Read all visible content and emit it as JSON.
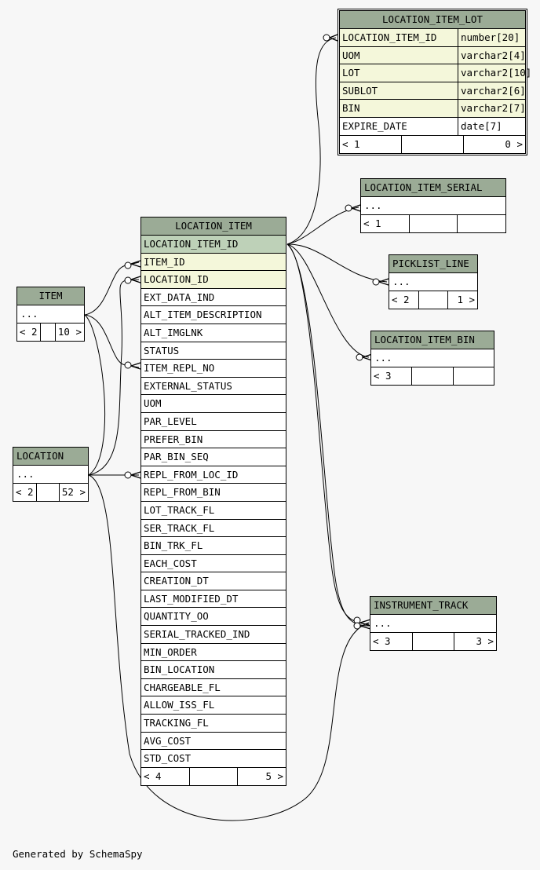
{
  "tables": {
    "location_item_lot": {
      "name": "LOCATION_ITEM_LOT",
      "columns": [
        {
          "name": "LOCATION_ITEM_ID",
          "type": "number[20]",
          "kind": "fk"
        },
        {
          "name": "UOM",
          "type": "varchar2[4]",
          "kind": "fk"
        },
        {
          "name": "LOT",
          "type": "varchar2[10]",
          "kind": "fk"
        },
        {
          "name": "SUBLOT",
          "type": "varchar2[6]",
          "kind": "fk"
        },
        {
          "name": "BIN",
          "type": "varchar2[7]",
          "kind": "fk"
        },
        {
          "name": "EXPIRE_DATE",
          "type": "date[7]",
          "kind": "plain"
        }
      ],
      "footer": [
        "< 1",
        "",
        "0 >"
      ]
    },
    "location_item_serial": {
      "name": "LOCATION_ITEM_SERIAL",
      "columns": [
        {
          "name": "...",
          "kind": "plain"
        }
      ],
      "footer": [
        "< 1",
        "",
        ""
      ]
    },
    "picklist_line": {
      "name": "PICKLIST_LINE",
      "columns": [
        {
          "name": "...",
          "kind": "plain"
        }
      ],
      "footer": [
        "< 2",
        "",
        "1 >"
      ]
    },
    "location_item_bin": {
      "name": "LOCATION_ITEM_BIN",
      "columns": [
        {
          "name": "...",
          "kind": "plain"
        }
      ],
      "footer": [
        "< 3",
        "",
        ""
      ]
    },
    "location_item": {
      "name": "LOCATION_ITEM",
      "columns": [
        {
          "name": "LOCATION_ITEM_ID",
          "kind": "pk"
        },
        {
          "name": "ITEM_ID",
          "kind": "fk"
        },
        {
          "name": "LOCATION_ID",
          "kind": "fk"
        },
        {
          "name": "EXT_DATA_IND",
          "kind": "plain"
        },
        {
          "name": "ALT_ITEM_DESCRIPTION",
          "kind": "plain"
        },
        {
          "name": "ALT_IMGLNK",
          "kind": "plain"
        },
        {
          "name": "STATUS",
          "kind": "plain"
        },
        {
          "name": "ITEM_REPL_NO",
          "kind": "plain"
        },
        {
          "name": "EXTERNAL_STATUS",
          "kind": "plain"
        },
        {
          "name": "UOM",
          "kind": "plain"
        },
        {
          "name": "PAR_LEVEL",
          "kind": "plain"
        },
        {
          "name": "PREFER_BIN",
          "kind": "plain"
        },
        {
          "name": "PAR_BIN_SEQ",
          "kind": "plain"
        },
        {
          "name": "REPL_FROM_LOC_ID",
          "kind": "plain"
        },
        {
          "name": "REPL_FROM_BIN",
          "kind": "plain"
        },
        {
          "name": "LOT_TRACK_FL",
          "kind": "plain"
        },
        {
          "name": "SER_TRACK_FL",
          "kind": "plain"
        },
        {
          "name": "BIN_TRK_FL",
          "kind": "plain"
        },
        {
          "name": "EACH_COST",
          "kind": "plain"
        },
        {
          "name": "CREATION_DT",
          "kind": "plain"
        },
        {
          "name": "LAST_MODIFIED_DT",
          "kind": "plain"
        },
        {
          "name": "QUANTITY_OO",
          "kind": "plain"
        },
        {
          "name": "SERIAL_TRACKED_IND",
          "kind": "plain"
        },
        {
          "name": "MIN_ORDER",
          "kind": "plain"
        },
        {
          "name": "BIN_LOCATION",
          "kind": "plain"
        },
        {
          "name": "CHARGEABLE_FL",
          "kind": "plain"
        },
        {
          "name": "ALLOW_ISS_FL",
          "kind": "plain"
        },
        {
          "name": "TRACKING_FL",
          "kind": "plain"
        },
        {
          "name": "AVG_COST",
          "kind": "plain"
        },
        {
          "name": "STD_COST",
          "kind": "plain"
        }
      ],
      "footer": [
        "< 4",
        "",
        "5 >"
      ]
    },
    "item": {
      "name": "ITEM",
      "columns": [
        {
          "name": "...",
          "kind": "plain"
        }
      ],
      "footer": [
        "< 2",
        "",
        "10 >"
      ]
    },
    "location": {
      "name": "LOCATION",
      "columns": [
        {
          "name": "...",
          "kind": "plain"
        }
      ],
      "footer": [
        "< 2",
        "",
        "52 >"
      ]
    },
    "instrument_track": {
      "name": "INSTRUMENT_TRACK",
      "columns": [
        {
          "name": "...",
          "kind": "plain"
        }
      ],
      "footer": [
        "< 3",
        "",
        "3 >"
      ]
    }
  },
  "colors": {
    "header": "#9bab96",
    "primary_key": "#bed1b8",
    "foreign_key": "#f4f7da",
    "background": "#f7f7f7"
  },
  "credit": "Generated by SchemaSpy"
}
